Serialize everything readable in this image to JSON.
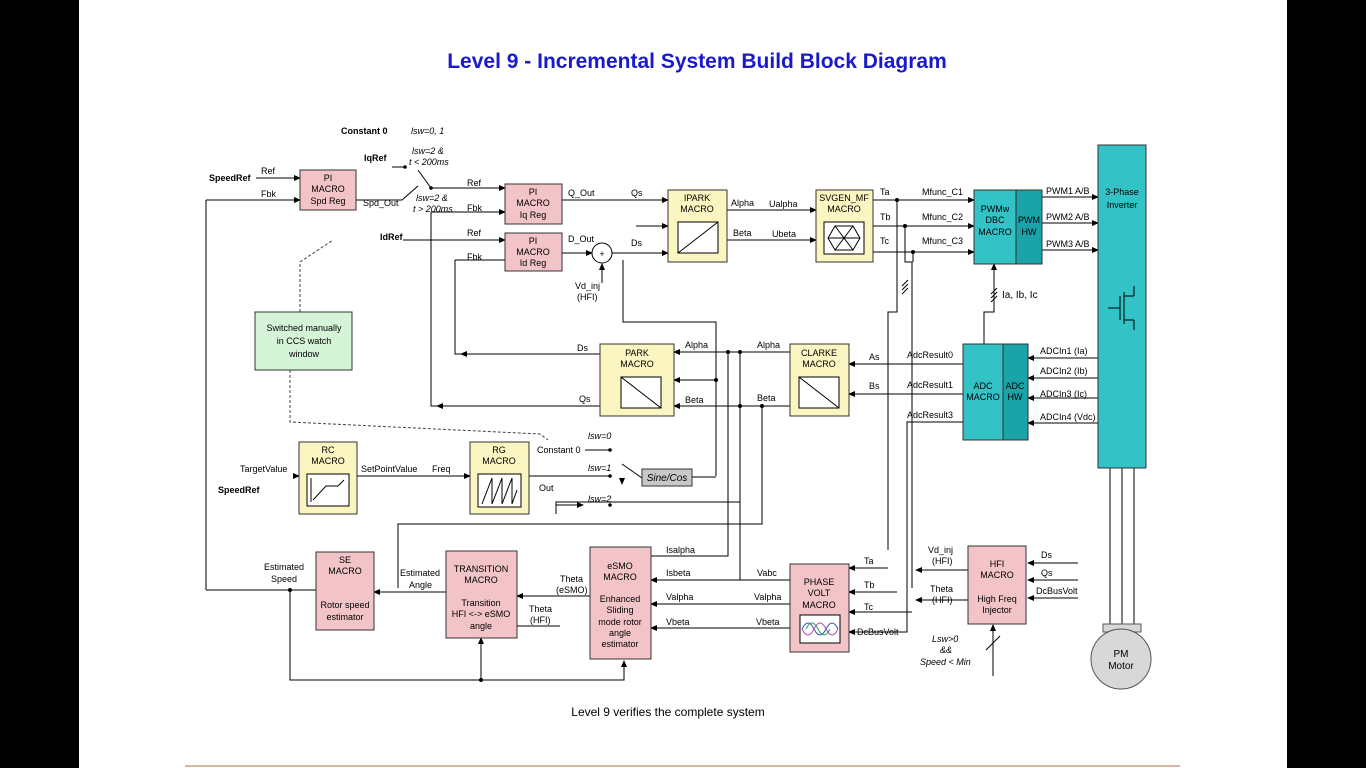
{
  "title": "Level 9 - Incremental System Build Block Diagram",
  "caption": "Level 9 verifies the complete system",
  "colors": {
    "title": "#1a1acc",
    "pi_block": "#f2c4c8",
    "macro_block": "#fbf5c2",
    "hw_block": "#33c2c6",
    "note_block": "#d6f5d8"
  },
  "blocks": {
    "pi_spd": [
      "PI",
      "MACRO",
      "Spd Reg"
    ],
    "pi_iq": [
      "PI",
      "MACRO",
      "Iq Reg"
    ],
    "pi_id": [
      "PI",
      "MACRO",
      "Id Reg"
    ],
    "ipark": [
      "IPARK",
      "MACRO"
    ],
    "svgen": [
      "SVGEN_MF",
      "MACRO"
    ],
    "pwm": [
      "PWMw",
      "DBC",
      "MACRO"
    ],
    "pwm_hw": [
      "PWM",
      "HW"
    ],
    "inverter": [
      "3-Phase",
      "Inverter"
    ],
    "park": [
      "PARK",
      "MACRO"
    ],
    "clarke": [
      "CLARKE",
      "MACRO"
    ],
    "adc": [
      "ADC",
      "MACRO"
    ],
    "adc_hw": [
      "ADC",
      "HW"
    ],
    "rc": [
      "RC",
      "MACRO"
    ],
    "rg": [
      "RG",
      "MACRO"
    ],
    "sincos": "Sine/Cos",
    "se": [
      "SE",
      "MACRO",
      "",
      "Rotor speed",
      "estimator"
    ],
    "transition": [
      "TRANSITION",
      "MACRO",
      "",
      "Transition",
      "HFI <-> eSMO",
      "angle"
    ],
    "esmo": [
      "eSMO",
      "MACRO",
      "",
      "Enhanced",
      "Sliding",
      "mode rotor",
      "angle",
      "estimator"
    ],
    "phase_volt": [
      "PHASE",
      "VOLT",
      "MACRO"
    ],
    "hfi": [
      "HFI",
      "MACRO",
      "",
      "High Freq",
      "Injector"
    ],
    "motor": [
      "PM",
      "Motor"
    ],
    "note": [
      "Switched manually",
      "in CCS watch",
      "window"
    ]
  },
  "labels": {
    "constant0_top": "Constant 0",
    "lsw01": "lsw=0, 1",
    "iqref": "IqRef",
    "lsw2_lt": [
      "lsw=2 &",
      "t < 200ms"
    ],
    "lsw2_gt": [
      "lsw=2 &",
      "t > 200ms"
    ],
    "speedref": "SpeedRef",
    "ref": "Ref",
    "fbk": "Fbk",
    "spd_out": "Spd_Out",
    "idref": "IdRef",
    "q_out": "Q_Out",
    "d_out": "D_Out",
    "qs": "Qs",
    "ds": "Ds",
    "vd_inj": [
      "Vd_inj",
      "(HFI)"
    ],
    "alpha": "Alpha",
    "beta": "Beta",
    "ualpha": "Ualpha",
    "ubeta": "Ubeta",
    "ta": "Ta",
    "tb": "Tb",
    "tc": "Tc",
    "mfunc1": "Mfunc_C1",
    "mfunc2": "Mfunc_C2",
    "mfunc3": "Mfunc_C3",
    "pwm1": "PWM1 A/B",
    "pwm2": "PWM2 A/B",
    "pwm3": "PWM3 A/B",
    "iabc": "Ia, Ib, Ic",
    "adcin1": "ADCIn1 (Ia)",
    "adcin2": "ADCIn2 (Ib)",
    "adcin3": "ADCIn3 (Ic)",
    "adcin4": "ADCIn4 (Vdc)",
    "adcres0": "AdcResult0",
    "adcres1": "AdcResult1",
    "adcres3": "AdcResult3",
    "as": "As",
    "bs": "Bs",
    "lsw0": "lsw=0",
    "lsw1": "lsw=1",
    "lsw2": "lsw=2",
    "constant0": "Constant 0",
    "targetvalue": "TargetValue",
    "speedref2": "SpeedRef",
    "setpointvalue": "SetPointValue",
    "freq": "Freq",
    "out": "Out",
    "estimated_speed": [
      "Estimated",
      "Speed"
    ],
    "estimated_angle": [
      "Estimated",
      "Angle"
    ],
    "theta_esmo": [
      "Theta",
      "(eSMO)"
    ],
    "theta_hfi": [
      "Theta",
      "(HFI)"
    ],
    "isalpha": "Isalpha",
    "isbeta": "Isbeta",
    "valpha": "Valpha",
    "vbeta": "Vbeta",
    "vabc": "Vabc",
    "dcbusvolt": "DcBusVolt",
    "hfi_vd_inj": [
      "Vd_inj",
      "(HFI)"
    ],
    "hfi_theta": [
      "Theta",
      "(HFI)"
    ],
    "hfi_ds": "Ds",
    "hfi_qs": "Qs",
    "hfi_dcbus": "DcBusVolt",
    "lsw_cond": [
      "Lsw>0",
      "&&",
      "Speed < Min"
    ],
    "plus": "+"
  }
}
